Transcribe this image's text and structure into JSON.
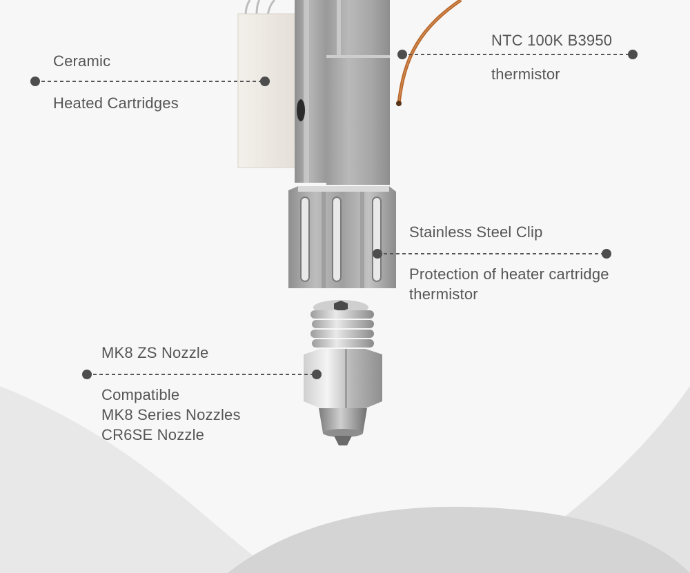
{
  "colors": {
    "background": "#f7f7f7",
    "wave_light": "#e6e6e6",
    "wave_dark": "#d2d2d2",
    "text": "#555555",
    "leader": "#4a4a4a",
    "steel": "#a9a9a9",
    "ceramic": "#eeeae4",
    "copper_wire": "#b9692b"
  },
  "callouts": {
    "ceramic": {
      "title": "Ceramic",
      "subtitle": "Heated Cartridges"
    },
    "thermistor": {
      "title": "NTC 100K B3950",
      "subtitle": "thermistor"
    },
    "clip": {
      "title": "Stainless Steel Clip",
      "description_lines": [
        "Protection of heater cartridge",
        "thermistor"
      ]
    },
    "nozzle": {
      "title": "MK8 ZS Nozzle",
      "compat_lines": [
        "Compatible",
        "MK8 Series Nozzles",
        "CR6SE Nozzle"
      ]
    }
  }
}
